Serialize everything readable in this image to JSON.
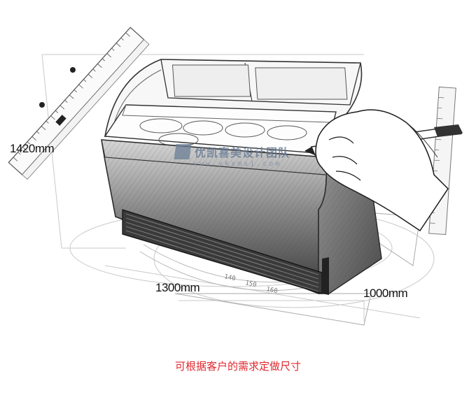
{
  "dimensions": {
    "height": "1420mm",
    "width": "1300mm",
    "depth": "1000mm"
  },
  "watermark": {
    "title": "优凯喜美设计团队",
    "url": "www.ykxmsj.com"
  },
  "caption": "可根据客户的需求定做尺寸",
  "colors": {
    "caption": "#e0282e",
    "sketch_line": "#333333",
    "cabinet_front_dark": "#4a4a4a",
    "cabinet_front_light": "#bdbdbd",
    "watermark": "#5f7590"
  }
}
